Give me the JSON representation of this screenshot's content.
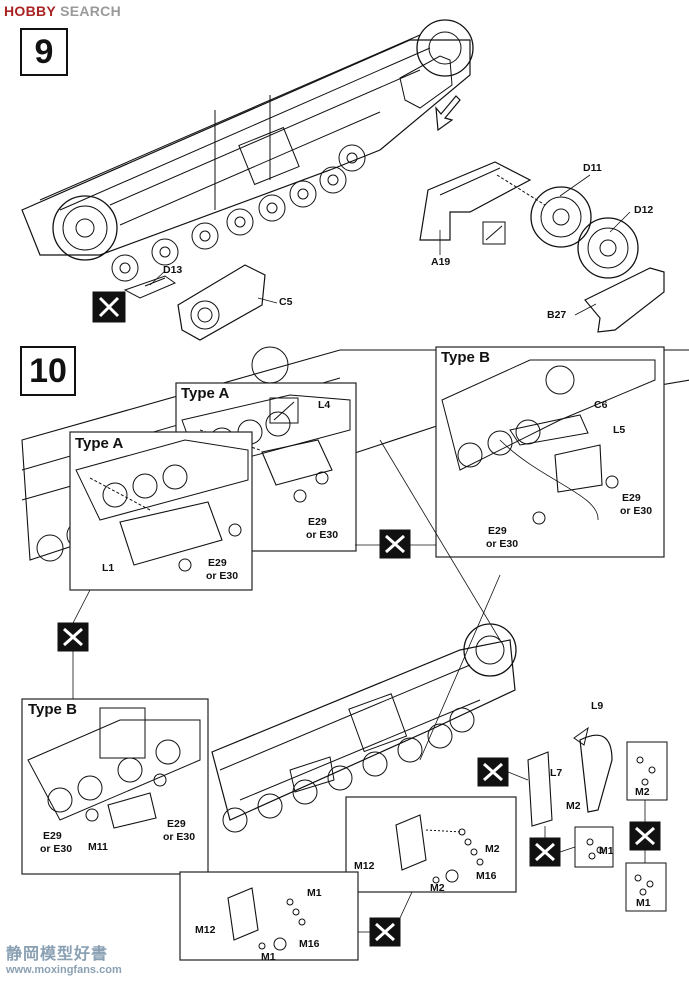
{
  "watermark": {
    "brand_a": "HOBBY",
    "brand_b": "SEARCH",
    "bottom_line1": "静岡模型好書",
    "bottom_line2": "www.moxingfans.com"
  },
  "step9": {
    "number": "9",
    "labels": {
      "d13": "D13",
      "c5": "C5",
      "a19": "A19",
      "d11": "D11",
      "d12": "D12",
      "b27": "B27"
    }
  },
  "step10": {
    "number": "10",
    "inset_type_a_upper": {
      "title": "Type A",
      "l4": "L4",
      "opt1": "E29",
      "opt2": "or E30"
    },
    "inset_type_a_lower": {
      "title": "Type A",
      "l1": "L1",
      "opt1": "E29",
      "opt2": "or E30"
    },
    "inset_type_b_top": {
      "title": "Type B",
      "c6": "C6",
      "l5": "L5",
      "opt1": "E29",
      "opt2": "or E30",
      "opt3": "E29",
      "opt4": "or E30"
    },
    "inset_type_b_left": {
      "title": "Type B",
      "opt1": "E29",
      "opt2": "or E30",
      "m11": "M11",
      "opt3": "E29",
      "opt4": "or E30"
    },
    "inset_m12_bottom": {
      "m12": "M12",
      "m1a": "M1",
      "m16": "M16",
      "m1b": "M1"
    },
    "inset_m12_mid": {
      "m12": "M12",
      "m2a": "M2",
      "m2b": "M2",
      "m16": "M16"
    },
    "fender": {
      "l9": "L9",
      "l7": "L7",
      "m2a": "M2",
      "m2b": "M2",
      "m1a": "M1",
      "m1b": "M1"
    }
  }
}
